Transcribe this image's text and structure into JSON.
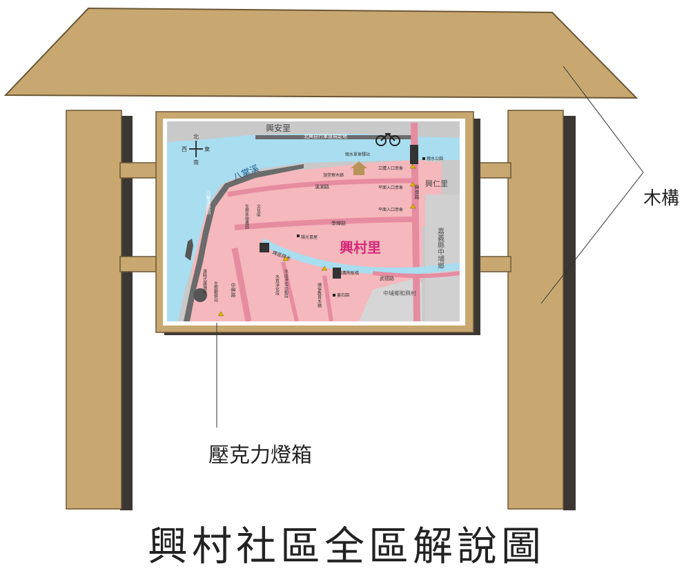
{
  "caption": "興村社區全區解說圖",
  "callouts": {
    "wood": "木構",
    "acrylic": "壓克力燈箱"
  },
  "map": {
    "compass": {
      "north": "北",
      "south": "南",
      "east": "東",
      "west": "西"
    },
    "areas": {
      "xingan": "興安里",
      "xingren": "興仁里",
      "xingcun": "興村里",
      "jiayi_zhongpu": "嘉義縣中埔鄉",
      "zhongpu_heshing": "中埔鄉和興村"
    },
    "river": "八掌溪",
    "channel": "埤底排水",
    "roads": {
      "bike": "北興自行車道規定地",
      "xihu": "溪湖路",
      "xuehui": "學輝路",
      "wude": "武德路",
      "xingnan": "興南路",
      "levee": "八掌溪堤防",
      "zhongxing": "中興路"
    },
    "points": {
      "top_bike_station": "親水單車驛站",
      "tuguan": "頂堂寮木廊",
      "entrance1": "立體入口意象",
      "entrance2": "平面入口意象",
      "entrance3": "平面入口意象",
      "park": "親水公園",
      "yangguang": "陽光書屋",
      "xingfang": "興農陶板橋",
      "eco_garden": "生態休閒農園",
      "water_purify": "水質淨化段",
      "edu_bridge": "環保教育木橋",
      "grandstone": "蓋石園",
      "eco_obs": "生態觀察站",
      "zhuang_pump": "水庄淨化示範段",
      "lookout": "遠眺式廣場亭",
      "culture": "文化區"
    }
  }
}
